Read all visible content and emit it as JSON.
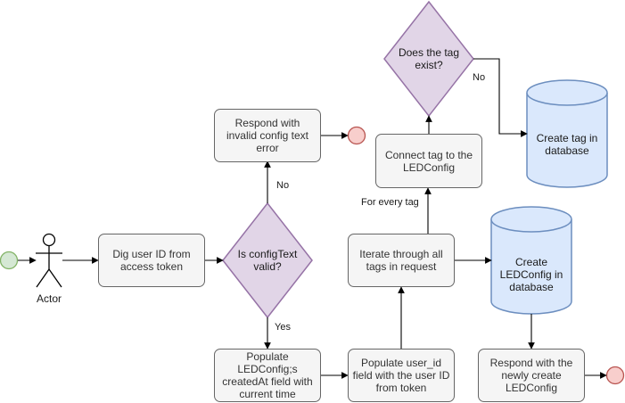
{
  "diagram": {
    "actor": {
      "label": "Actor"
    },
    "nodes": {
      "dig_user_id": "Dig user ID from access token",
      "is_config_valid": "Is configText valid?",
      "respond_invalid": "Respond with invalid config text error",
      "populate_created_at": "Populate LEDConfig;s createdAt field with current time",
      "populate_user_id": "Populate user_id field with the user ID from token",
      "iterate_tags": "Iterate through all tags in request",
      "connect_tag": "Connect tag to the LEDConfig",
      "does_tag_exist": "Does the tag exist?",
      "create_tag": "Create tag in database",
      "create_ledconfig": "Create LEDConfig in database",
      "respond_created": "Respond with the newly create LEDConfig"
    },
    "edge_labels": {
      "no_invalid": "No",
      "yes_valid": "Yes",
      "for_every_tag": "For every tag",
      "no_tag": "No"
    },
    "colors": {
      "process_fill": "#f5f5f5",
      "process_stroke": "#666666",
      "decision_fill": "#e1d5e7",
      "decision_stroke": "#9673a6",
      "database_fill": "#dae8fc",
      "database_stroke": "#6c8ebf",
      "start_fill": "#d5e8d4",
      "start_stroke": "#82b366",
      "end_fill": "#f8cecc",
      "end_stroke": "#b85450"
    }
  }
}
